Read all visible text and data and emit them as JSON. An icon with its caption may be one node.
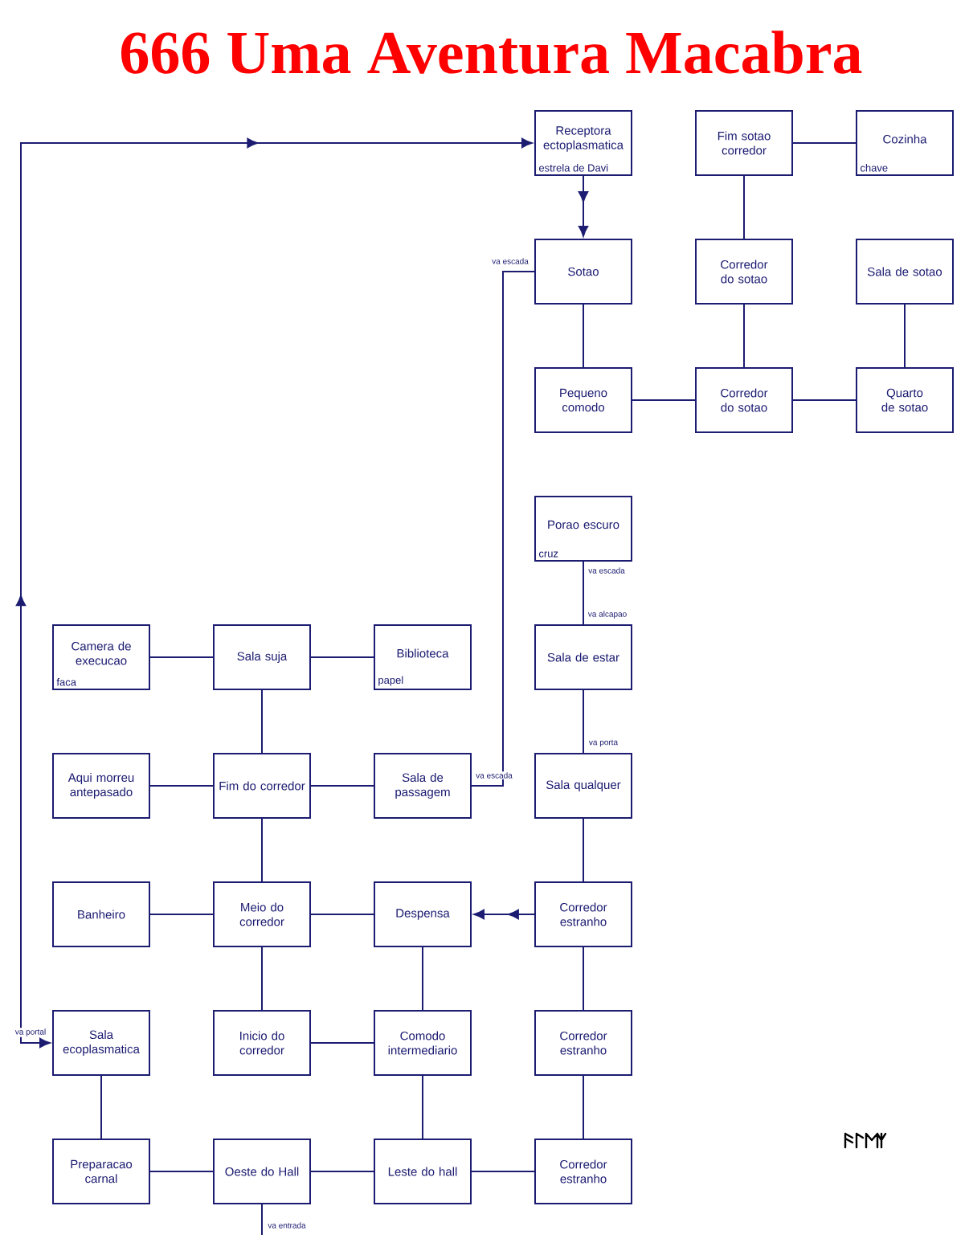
{
  "diagram": {
    "title": "666 Uma Aventura Macabra",
    "nodes": [
      {
        "text": [
          "Receptora ectoplasmatica",
          "estrela de Davi"
        ]
      },
      {
        "text": [
          "Fim sotao corredor"
        ]
      },
      {
        "text": [
          "Cozinha",
          "chave"
        ]
      },
      {
        "text": [
          "Sotao"
        ]
      },
      {
        "text": [
          "Corredor do sotao"
        ]
      },
      {
        "text": [
          "Sala de sotao"
        ]
      },
      {
        "text": [
          "Pequeno comodo"
        ]
      },
      {
        "text": [
          "Corredor do sotao"
        ]
      },
      {
        "text": [
          "Quarto de sotao"
        ]
      },
      {
        "text": [
          "Porao escuro",
          "cruz"
        ]
      },
      {
        "text": [
          "Camera de execucao",
          "faca"
        ]
      },
      {
        "text": [
          "Sala suja"
        ]
      },
      {
        "text": [
          "Biblioteca",
          "papel"
        ]
      },
      {
        "text": [
          "Sala de estar"
        ]
      },
      {
        "text": [
          "Aqui morreu antepasado"
        ]
      },
      {
        "text": [
          "Fim do corredor"
        ]
      },
      {
        "text": [
          "Sala de passagem"
        ]
      },
      {
        "text": [
          "Sala qualquer"
        ]
      },
      {
        "text": [
          "Banheiro"
        ]
      },
      {
        "text": [
          "Meio do corredor"
        ]
      },
      {
        "text": [
          "Despensa"
        ]
      },
      {
        "text": [
          "Corredor estranho"
        ]
      },
      {
        "text": [
          "Sala ecoplasmatica"
        ]
      },
      {
        "text": [
          "Inicio do corredor"
        ]
      },
      {
        "text": [
          "Comodo intermediario"
        ]
      },
      {
        "text": [
          "Corredor estranho"
        ]
      },
      {
        "text": [
          "Preparacao carnal"
        ]
      },
      {
        "text": [
          "Oeste do Hall"
        ]
      },
      {
        "text": [
          "Leste do hall"
        ]
      },
      {
        "text": [
          "Corredor estranho"
        ]
      }
    ],
    "edges": [
      {
        "from": 22,
        "to": 0,
        "arrow": "both",
        "label": "va portal"
      },
      {
        "from": 0,
        "to": 3,
        "arrow": "to"
      },
      {
        "from": 1,
        "to": 2,
        "arrow": "none"
      },
      {
        "from": 1,
        "to": 4,
        "arrow": "none"
      },
      {
        "from": 4,
        "to": 7,
        "arrow": "none"
      },
      {
        "from": 5,
        "to": 8,
        "arrow": "none"
      },
      {
        "from": 3,
        "to": 6,
        "arrow": "none"
      },
      {
        "from": 6,
        "to": 7,
        "arrow": "none"
      },
      {
        "from": 7,
        "to": 8,
        "arrow": "none"
      },
      {
        "from": 3,
        "to": 16,
        "arrow": "none",
        "label": "va escada"
      },
      {
        "from": 9,
        "to": 13,
        "arrow": "none",
        "label": "va escada"
      },
      {
        "from": 10,
        "to": 11,
        "arrow": "none"
      },
      {
        "from": 11,
        "to": 12,
        "arrow": "none"
      },
      {
        "from": 11,
        "to": 15,
        "arrow": "none"
      },
      {
        "from": 13,
        "to": 17,
        "arrow": "none",
        "label": "va porta"
      },
      {
        "from": 14,
        "to": 15,
        "arrow": "none"
      },
      {
        "from": 15,
        "to": 16,
        "arrow": "none"
      },
      {
        "from": 15,
        "to": 19,
        "arrow": "none"
      },
      {
        "from": 17,
        "to": 21,
        "arrow": "none"
      },
      {
        "from": 18,
        "to": 19,
        "arrow": "none"
      },
      {
        "from": 19,
        "to": 20,
        "arrow": "none"
      },
      {
        "from": 21,
        "to": 20,
        "arrow": "to"
      },
      {
        "from": 19,
        "to": 23,
        "arrow": "none"
      },
      {
        "from": 20,
        "to": 24,
        "arrow": "none"
      },
      {
        "from": 21,
        "to": 25,
        "arrow": "none"
      },
      {
        "from": 23,
        "to": 24,
        "arrow": "none"
      },
      {
        "from": 22,
        "to": 26,
        "arrow": "none"
      },
      {
        "from": 24,
        "to": 28,
        "arrow": "none"
      },
      {
        "from": 25,
        "to": 29,
        "arrow": "none"
      },
      {
        "from": 26,
        "to": 27,
        "arrow": "none"
      },
      {
        "from": 27,
        "to": 28,
        "arrow": "none"
      },
      {
        "from": 28,
        "to": 29,
        "arrow": "none"
      },
      {
        "from": 27,
        "to": null,
        "arrow": "none",
        "label": "va entrada"
      }
    ],
    "labels": [
      "va escada",
      "va alcapao"
    ]
  }
}
